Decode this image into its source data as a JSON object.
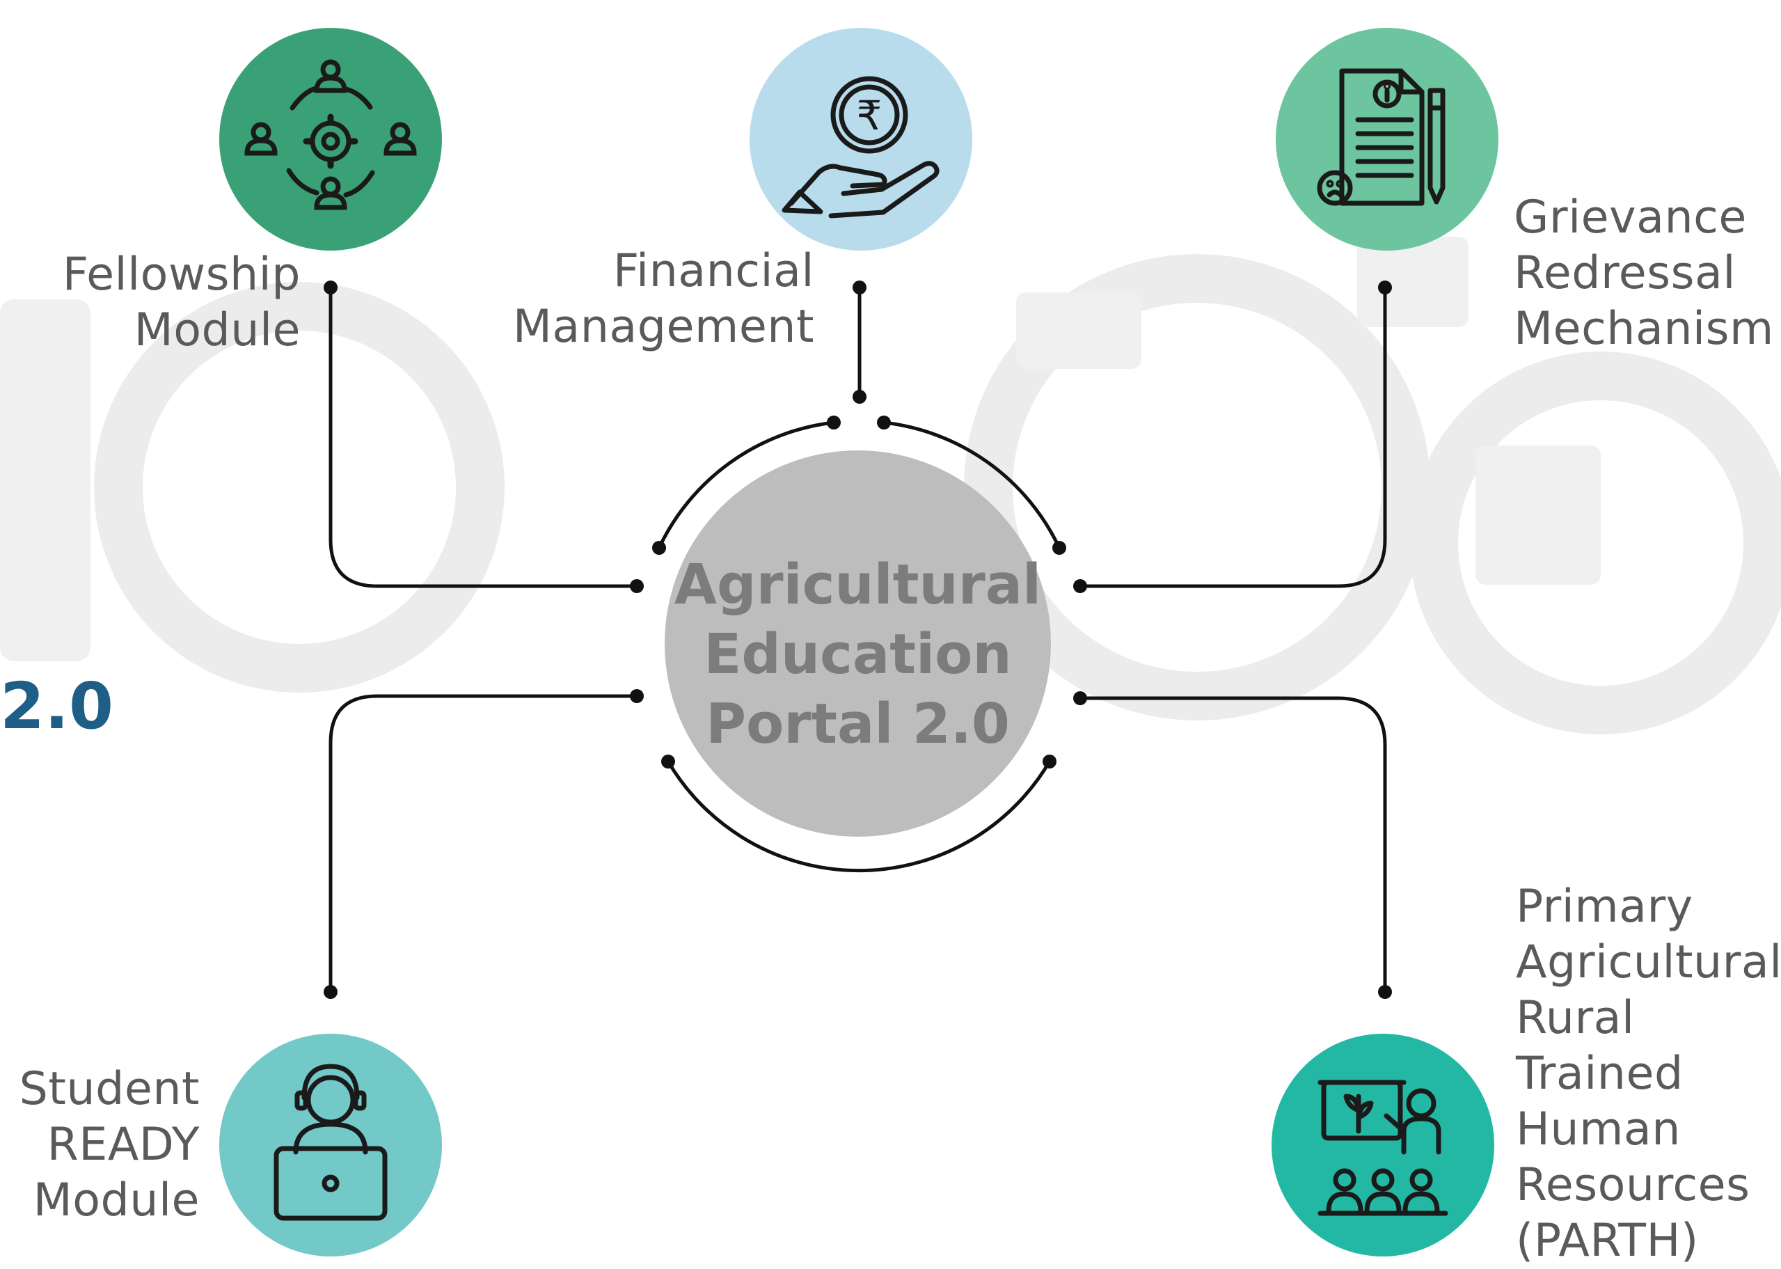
{
  "diagram": {
    "center": {
      "title_lines": [
        "Agricultural",
        "Education",
        "Portal 2.0"
      ],
      "fill_color": "#bdbdbd",
      "text_color": "#7c7c7c"
    },
    "edge_version_text": "2.0",
    "edge_version_color": "#1f5e86",
    "connector_color": "#111111",
    "modules": [
      {
        "id": "fellowship",
        "label_lines": [
          "Fellowship",
          "Module"
        ],
        "icon": "people-gear-icon",
        "color": "#3aa176"
      },
      {
        "id": "financial",
        "label_lines": [
          "Financial",
          "Management"
        ],
        "icon": "rupee-coin-hand-icon",
        "color": "#b8dcec"
      },
      {
        "id": "grievance",
        "label_lines": [
          "Grievance",
          "Redressal",
          "Mechanism"
        ],
        "icon": "document-pen-icon",
        "color": "#6cc59e"
      },
      {
        "id": "student-ready",
        "label_lines": [
          "Student",
          "READY",
          "Module"
        ],
        "icon": "student-laptop-icon",
        "color": "#72c9c8"
      },
      {
        "id": "parth",
        "label_lines": [
          "Primary",
          "Agricultural",
          "Rural",
          "Trained",
          "Human",
          "Resources",
          "(PARTH)"
        ],
        "icon": "training-presentation-icon",
        "color": "#22b8a3"
      }
    ]
  }
}
